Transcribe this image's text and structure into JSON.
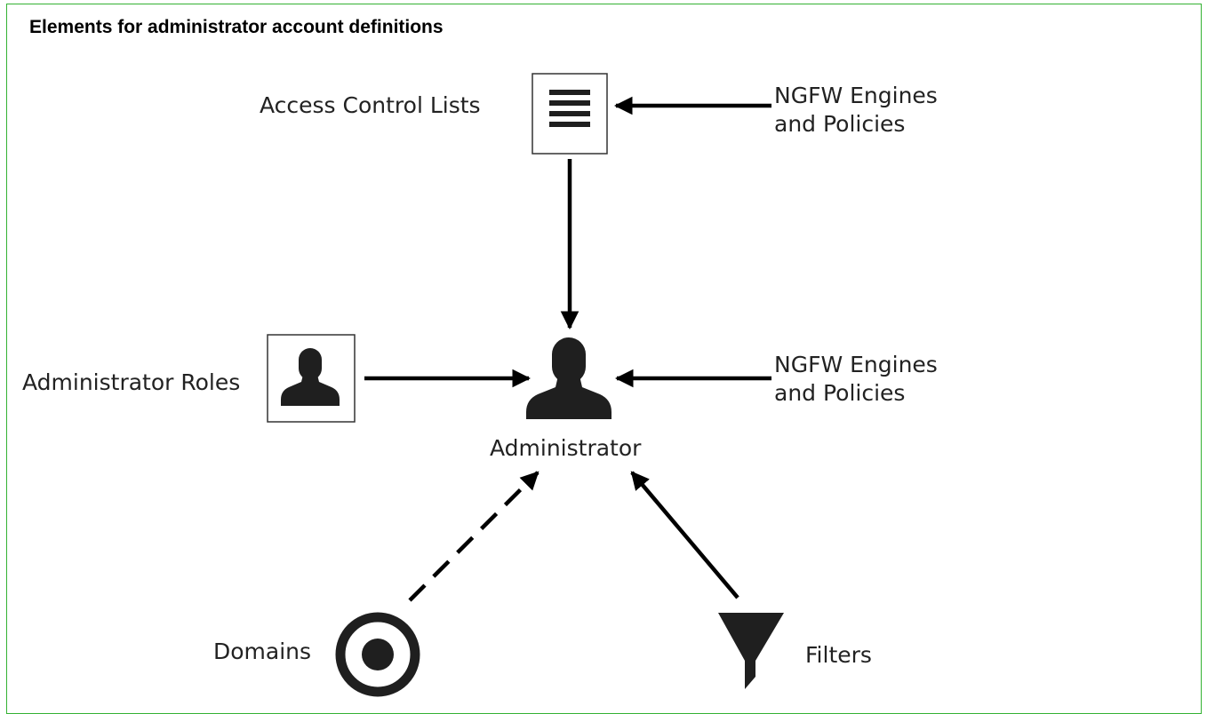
{
  "title": "Elements for administrator account definitions",
  "nodes": {
    "acl": {
      "label": "Access Control Lists",
      "icon": "list-icon"
    },
    "ngfw_top": {
      "line1": "NGFW Engines",
      "line2": "and Policies"
    },
    "roles": {
      "label": "Administrator Roles",
      "icon": "user-icon"
    },
    "admin": {
      "label": "Administrator",
      "icon": "user-icon"
    },
    "ngfw_mid": {
      "line1": "NGFW Engines",
      "line2": "and Policies"
    },
    "domains": {
      "label": "Domains",
      "icon": "target-icon"
    },
    "filters": {
      "label": "Filters",
      "icon": "funnel-icon"
    }
  },
  "edges": [
    {
      "from": "ngfw_top",
      "to": "acl",
      "style": "solid"
    },
    {
      "from": "acl",
      "to": "admin",
      "style": "solid"
    },
    {
      "from": "roles",
      "to": "admin",
      "style": "solid"
    },
    {
      "from": "ngfw_mid",
      "to": "admin",
      "style": "solid"
    },
    {
      "from": "domains",
      "to": "admin",
      "style": "dashed"
    },
    {
      "from": "filters",
      "to": "admin",
      "style": "solid"
    }
  ],
  "colors": {
    "frame": "#34b233",
    "icon": "#1f1f1f",
    "arrow": "#000000"
  }
}
